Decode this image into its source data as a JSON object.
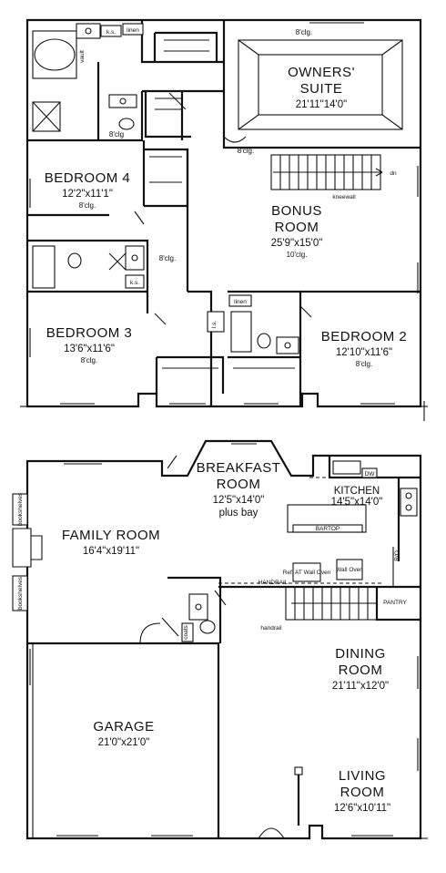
{
  "upper_floor": {
    "owners_suite": {
      "name": "OWNERS'",
      "name2": "SUITE",
      "size": "21'11\"14'0\"",
      "ceiling": "8'clg."
    },
    "bedroom4": {
      "name": "BEDROOM 4",
      "size": "12'2\"x11'1\"",
      "ceiling": "8'clg."
    },
    "bonus_room": {
      "name": "BONUS",
      "name2": "ROOM",
      "size": "25'9\"x15'0\"",
      "ceiling": "10'clg."
    },
    "bedroom3": {
      "name": "BEDROOM 3",
      "size": "13'6\"x11'6\"",
      "ceiling": "8'clg."
    },
    "bedroom2": {
      "name": "BEDROOM 2",
      "size": "12'10\"x11'6\"",
      "ceiling": "8'clg."
    },
    "labels": {
      "vault": "vault",
      "ks1": "k.s.",
      "linen1": "linen",
      "bath_clg": "8'clg",
      "hall_clg1": "8'clg.",
      "hall_clg2": "8'clg.",
      "dn": "dn",
      "kneewall": "kneewall",
      "ks2": "k.s.",
      "linen2": "linen",
      "ls": "l.s."
    }
  },
  "main_floor": {
    "breakfast_room": {
      "name": "BREAKFAST",
      "name2": "ROOM",
      "size": "12'5\"x14'0\"",
      "note": "plus bay"
    },
    "kitchen": {
      "name": "KITCHEN",
      "size": "14'5\"x14'0\""
    },
    "family_room": {
      "name": "FAMILY ROOM",
      "size": "16'4\"x19'11\""
    },
    "garage": {
      "name": "GARAGE",
      "size": "21'0\"x21'0\""
    },
    "dining_room": {
      "name": "DINING",
      "name2": "ROOM",
      "size": "21'11\"x12'0\""
    },
    "living_room": {
      "name": "LIVING",
      "name2": "ROOM",
      "size": "12'6\"x10'11\""
    },
    "labels": {
      "bookshelves1": "bookshelves",
      "bookshelves2": "bookshelves",
      "bartop": "BARTOP",
      "dw": "DW",
      "ro": "R/O",
      "pantry": "PANTRY",
      "handrail1": "HANDRAIL",
      "handrail2": "handrail",
      "coats": "coats",
      "oven": "Ref. AT Wall Oven",
      "wall_oven": "Wall Oven"
    }
  }
}
